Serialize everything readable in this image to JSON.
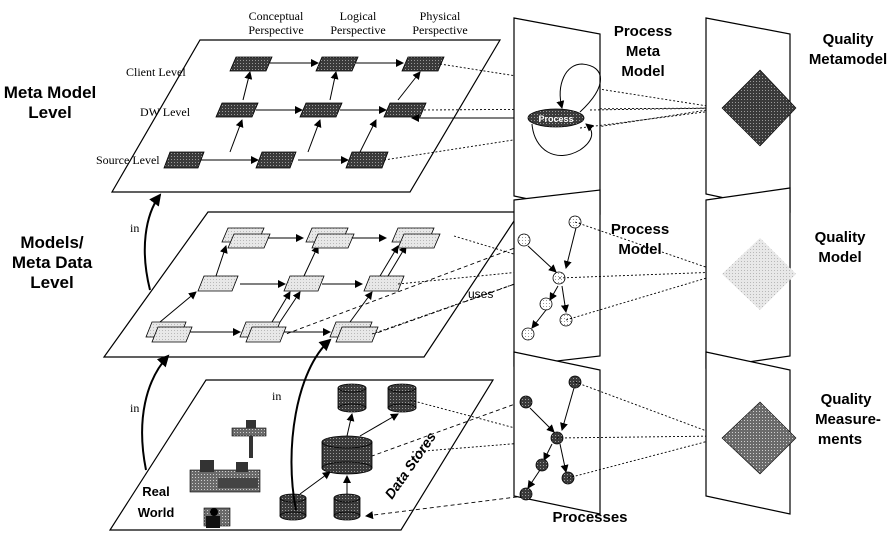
{
  "meta_model": {
    "title_line1": "Meta Model",
    "title_line2": "Level",
    "perspectives": {
      "conceptual_line1": "Conceptual",
      "conceptual_line2": "Perspective",
      "logical_line1": "Logical",
      "logical_line2": "Perspective",
      "physical_line1": "Physical",
      "physical_line2": "Perspective"
    },
    "levels": {
      "client": "Client Level",
      "dw": "DW Level",
      "source": "Source Level"
    }
  },
  "models_level": {
    "title_line1": "Models/",
    "title_line2": "Meta Data",
    "title_line3": "Level"
  },
  "real_world": {
    "label_line1": "Real",
    "label_line2": "World",
    "data_stores": "Data Stores"
  },
  "process_meta_model": {
    "title_line1": "Process",
    "title_line2": "Meta",
    "title_line3": "Model",
    "node": "Process"
  },
  "process_model": {
    "title_line1": "Process",
    "title_line2": "Model"
  },
  "processes": {
    "title": "Processes"
  },
  "quality": {
    "metamodel_line1": "Quality",
    "metamodel_line2": "Metamodel",
    "model_line1": "Quality",
    "model_line2": "Model",
    "measurements_line1": "Quality",
    "measurements_line2": "Measure-",
    "measurements_line3": "ments"
  },
  "relations": {
    "in_top": "in",
    "in_bottom_left": "in",
    "in_bottom_mid": "in",
    "uses": "uses"
  }
}
